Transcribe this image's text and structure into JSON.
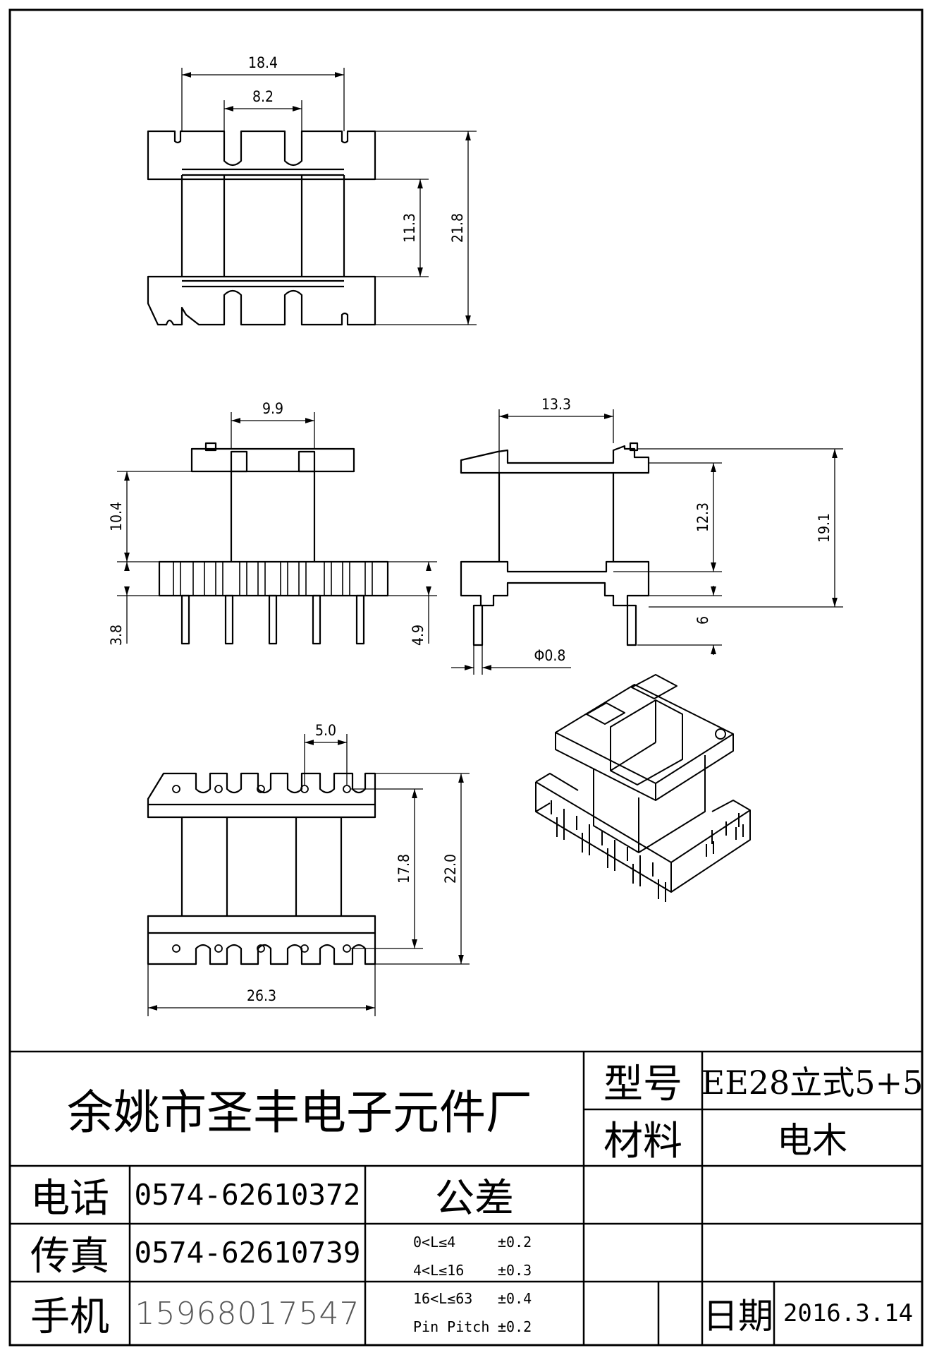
{
  "drawing": {
    "dims": {
      "top_width": "18.4",
      "top_slot_pitch": "8.2",
      "top_window": "11.3",
      "top_height": "21.8",
      "front_pitch": "9.9",
      "front_height": "10.4",
      "front_base": "3.8",
      "front_pin": "4.9",
      "side_width": "13.3",
      "side_window": "12.3",
      "side_total": "19.1",
      "side_pin": "6",
      "pin_dia": "Φ0.8",
      "bottom_pitch": "5.0",
      "bottom_inner": "17.8",
      "bottom_height": "22.0",
      "bottom_width": "26.3"
    }
  },
  "title_block": {
    "company": "余姚市圣丰电子元件厂",
    "model_label": "型号",
    "model_value": "EE28立式5+5",
    "material_label": "材料",
    "material_value": "电木",
    "phone_label": "电话",
    "phone_value": "0574-62610372",
    "fax_label": "传真",
    "fax_value": "0574-62610739",
    "mobile_label": "手机",
    "mobile_value": "15968017547",
    "tolerance_label": "公差",
    "tolerances": [
      {
        "range": "0<L≤4",
        "value": "±0.2"
      },
      {
        "range": "4<L≤16",
        "value": "±0.3"
      },
      {
        "range": "16<L≤63",
        "value": "±0.4"
      },
      {
        "range": "Pin Pitch",
        "value": "±0.2"
      }
    ],
    "date_label": "日期",
    "date_value": "2016.3.14"
  }
}
